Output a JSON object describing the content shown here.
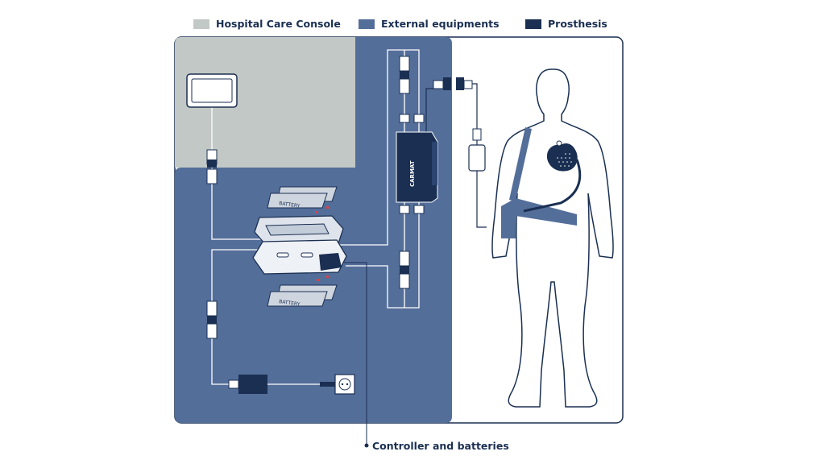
{
  "legend": {
    "console": {
      "label": "Hospital Care Console",
      "color": "#c2c8c5"
    },
    "external": {
      "label": "External equipments",
      "color": "#546e9a"
    },
    "prosthesis": {
      "label": "Prosthesis",
      "color": "#1a2f52"
    }
  },
  "labels": {
    "battery": "BATTERY",
    "brand": "CARMAT"
  },
  "caption": "Controller and batteries",
  "icons": [
    "monitor-icon",
    "connector-icon",
    "battery-icon",
    "controller-icon",
    "power-adapter-icon",
    "wall-socket-icon",
    "carmat-console-icon",
    "artificial-heart-icon",
    "human-silhouette-icon"
  ]
}
